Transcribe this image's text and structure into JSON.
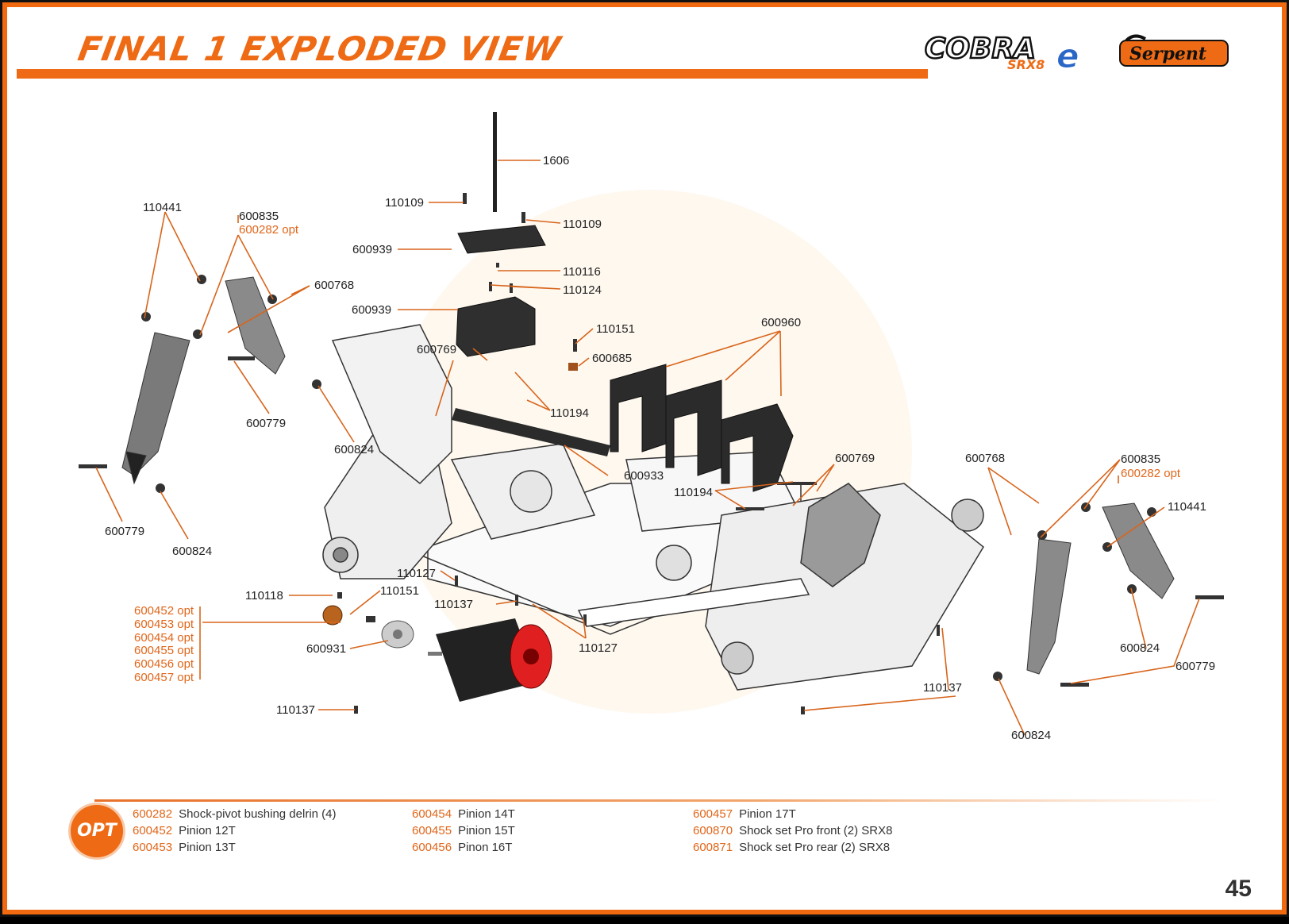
{
  "header": {
    "title": "FINAL 1 EXPLODED VIEW",
    "brand_cobra": "COBRA",
    "brand_cobra_sub": "SRX8",
    "brand_cobra_e": "e",
    "brand_serpent": "Serpent"
  },
  "colors": {
    "accent": "#ee6a14",
    "frame": "#f26a10",
    "text": "#222222"
  },
  "labels": {
    "l1606": "1606",
    "l110109a": "110109",
    "l110109b": "110109",
    "l600939a": "600939",
    "l600939b": "600939",
    "l110116": "110116",
    "l110124": "110124",
    "l110151a": "110151",
    "l600685": "600685",
    "l600769a": "600769",
    "l110194a": "110194",
    "l600960": "600960",
    "l600933": "600933",
    "l600769b": "600769",
    "l110194b": "110194",
    "l110441a": "110441",
    "l600835a": "600835",
    "l600282a": "600282 opt",
    "l600768a": "600768",
    "l600779a": "600779",
    "l600824a": "600824",
    "l600779b": "600779",
    "l600824b": "600824",
    "l110127a": "110127",
    "l110118": "110118",
    "l110151b": "110151",
    "l110137a": "110137",
    "l110127b": "110127",
    "l600931": "600931",
    "l110137b": "110137",
    "l600768b": "600768",
    "l600835b": "600835",
    "l600282b": "600282 opt",
    "l110441b": "110441",
    "l600824c": "600824",
    "l600779c": "600779",
    "l110137c": "110137",
    "l600824d": "600824",
    "pinions": [
      "600452 opt",
      "600453 opt",
      "600454 opt",
      "600455 opt",
      "600456 opt",
      "600457 opt"
    ]
  },
  "opt_badge": "OPT",
  "optional_parts": {
    "col1": [
      {
        "code": "600282",
        "name": "Shock-pivot bushing delrin (4)"
      },
      {
        "code": "600452",
        "name": "Pinion 12T"
      },
      {
        "code": "600453",
        "name": "Pinion 13T"
      }
    ],
    "col2": [
      {
        "code": "600454",
        "name": "Pinion 14T"
      },
      {
        "code": "600455",
        "name": "Pinion 15T"
      },
      {
        "code": "600456",
        "name": "Pinon 16T"
      }
    ],
    "col3": [
      {
        "code": "600457",
        "name": "Pinion 17T"
      },
      {
        "code": "600870",
        "name": "Shock set Pro front (2) SRX8"
      },
      {
        "code": "600871",
        "name": "Shock set Pro rear (2) SRX8"
      }
    ]
  },
  "page_number": "45"
}
